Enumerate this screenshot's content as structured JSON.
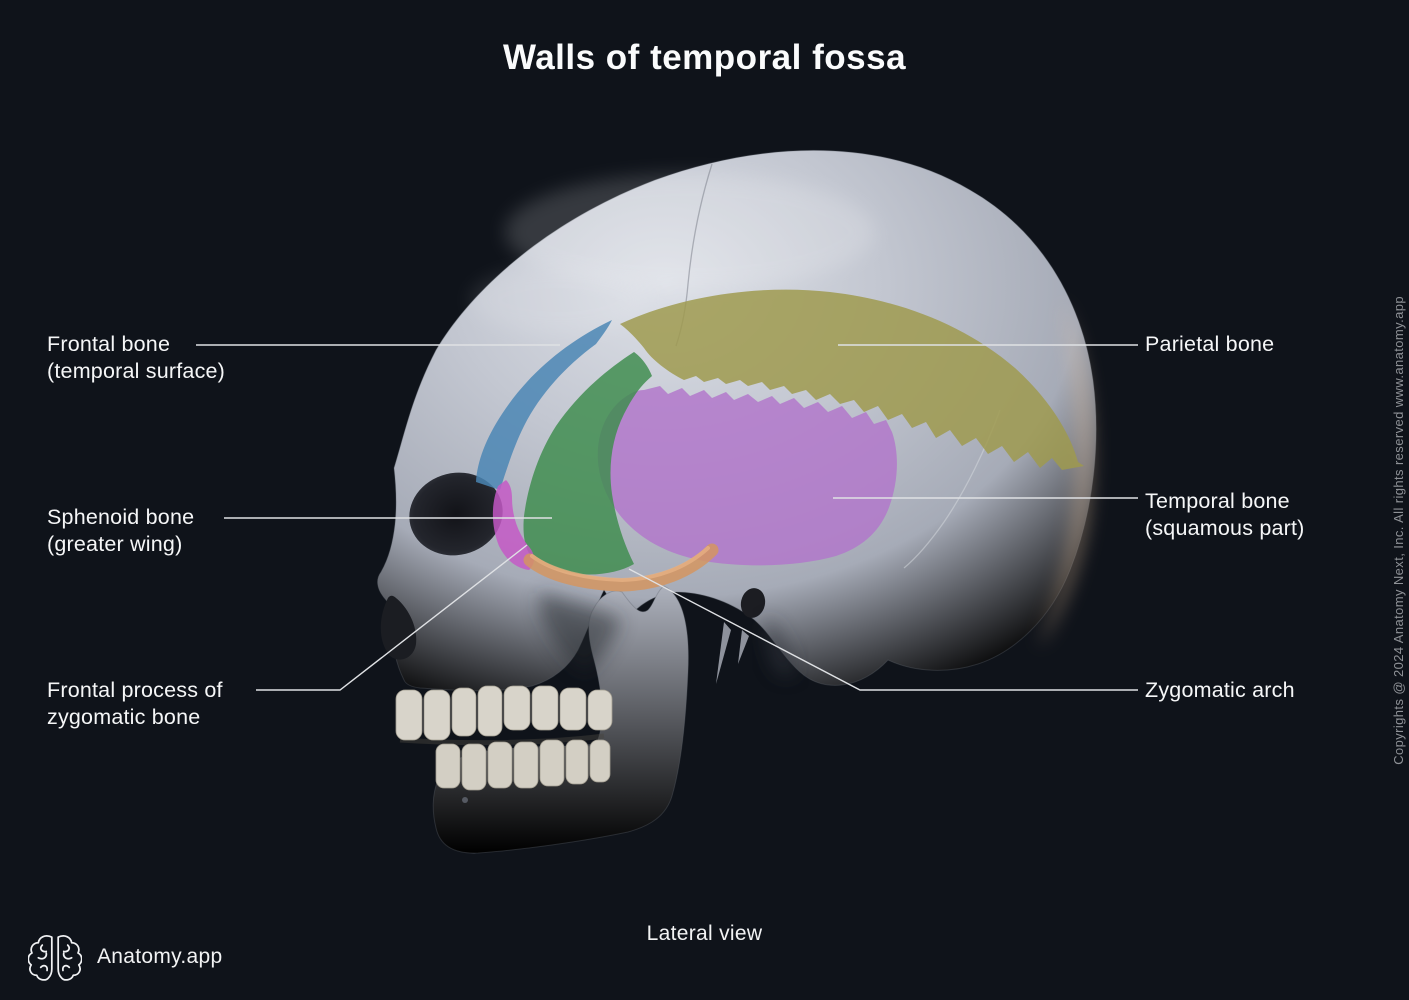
{
  "title": "Walls of temporal fossa",
  "view_label": "Lateral view",
  "brand": {
    "name": "Anatomy.app"
  },
  "copyright": "Copyrights @ 2024 Anatomy Next, Inc. All rights reserved www.anatomy.app",
  "labels": {
    "left": [
      {
        "id": "frontal-bone",
        "lines": [
          "Frontal bone",
          "(temporal surface)"
        ]
      },
      {
        "id": "sphenoid-bone",
        "lines": [
          "Sphenoid bone",
          "(greater wing)"
        ]
      },
      {
        "id": "frontal-process-of-zygomatic-bone",
        "lines": [
          "Frontal process of",
          "zygomatic bone"
        ]
      }
    ],
    "right": [
      {
        "id": "parietal-bone",
        "lines": [
          "Parietal bone"
        ]
      },
      {
        "id": "temporal-bone",
        "lines": [
          "Temporal bone",
          "(squamous part)"
        ]
      },
      {
        "id": "zygomatic-arch",
        "lines": [
          "Zygomatic arch"
        ]
      }
    ]
  },
  "colors": {
    "background": "#0f131a",
    "text": "#f5f6f7",
    "muted_text": "#8f9297",
    "leader_line": "#dfe1e4",
    "regions": {
      "frontal_bone": "#4a86b4",
      "parietal_bone": "#9f9a4e",
      "sphenoid_bone": "#3f8d4f",
      "temporal_bone": "#b277cb",
      "frontal_process_of_zygomatic_bone": "#c558c6",
      "zygomatic_arch": "#d4955f"
    }
  }
}
